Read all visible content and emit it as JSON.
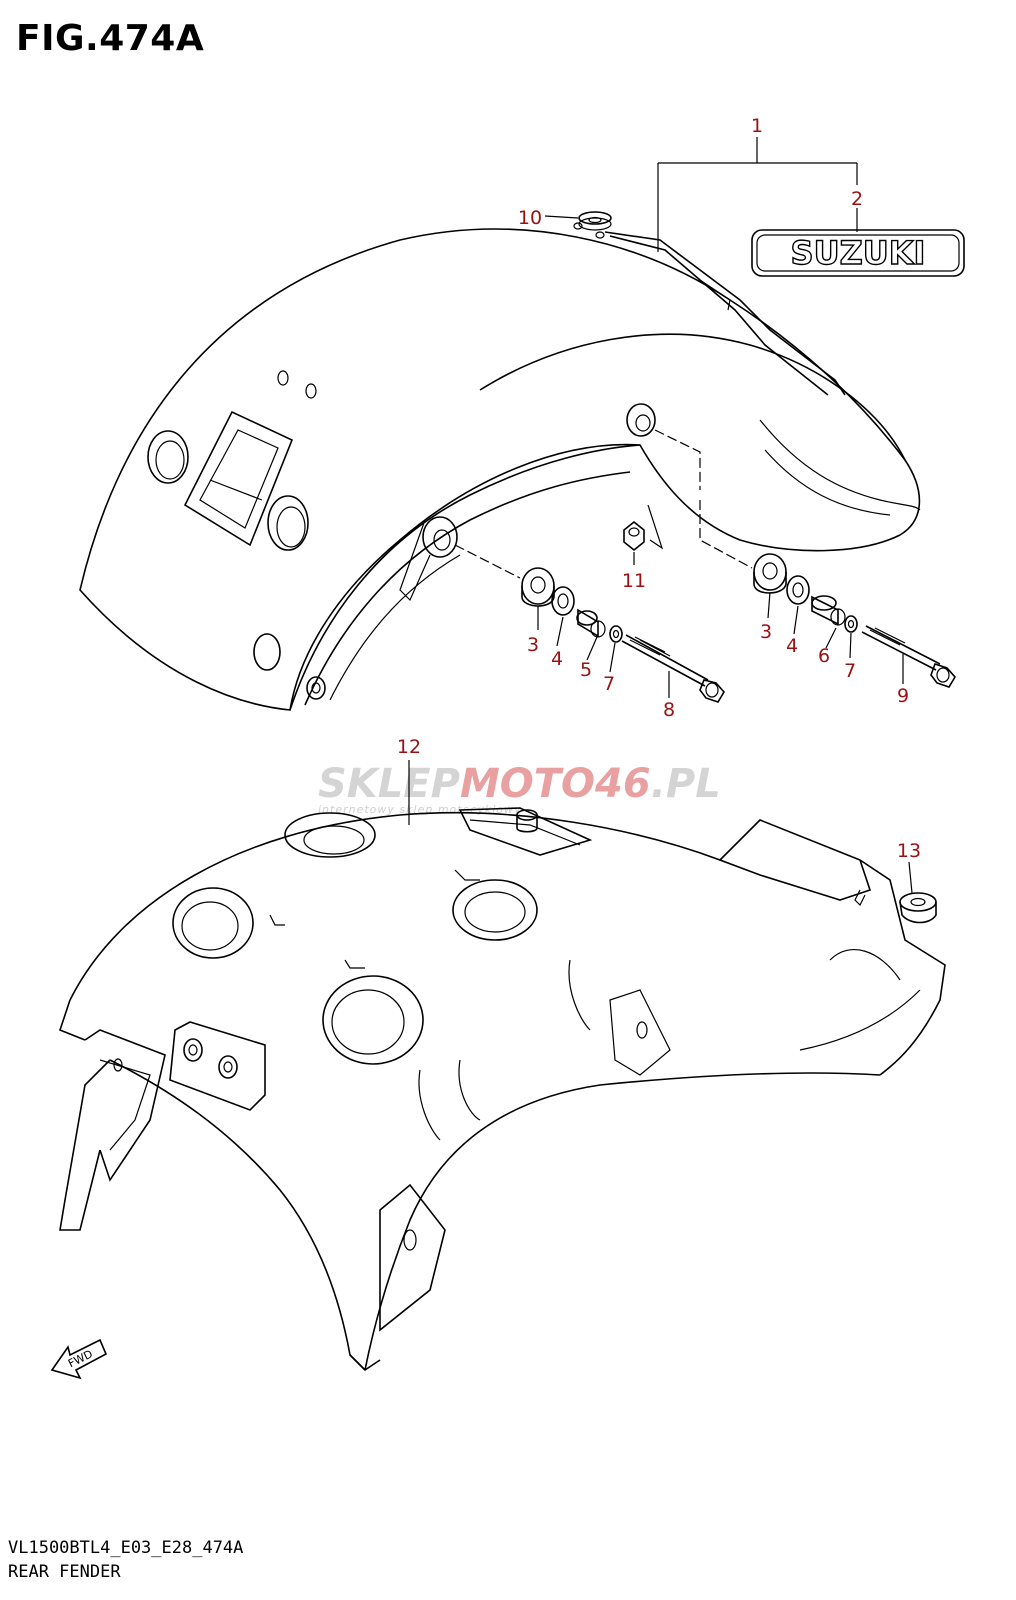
{
  "figure": {
    "title": "FIG.474A"
  },
  "emblem": {
    "text": "SUZUKI"
  },
  "watermark": {
    "brand_a": "SKLEP",
    "brand_b": "MOTO",
    "brand_c": "46",
    "brand_d": ".PL",
    "tagline": "internetowy sklep motocyklowy"
  },
  "fwd_label": "FWD",
  "callouts": {
    "c1": "1",
    "c2": "2",
    "c3a": "3",
    "c3b": "3",
    "c4a": "4",
    "c4b": "4",
    "c5": "5",
    "c6": "6",
    "c7a": "7",
    "c7b": "7",
    "c8": "8",
    "c9": "9",
    "c10": "10",
    "c11": "11",
    "c12": "12",
    "c13": "13"
  },
  "footer": {
    "model_code": "VL1500BTL4_E03_E28_474A",
    "section": "REAR FENDER"
  },
  "colors": {
    "callout": "#9a1111",
    "watermark_red": "#e8a0a0",
    "watermark_grey": "#d4d4d4"
  }
}
